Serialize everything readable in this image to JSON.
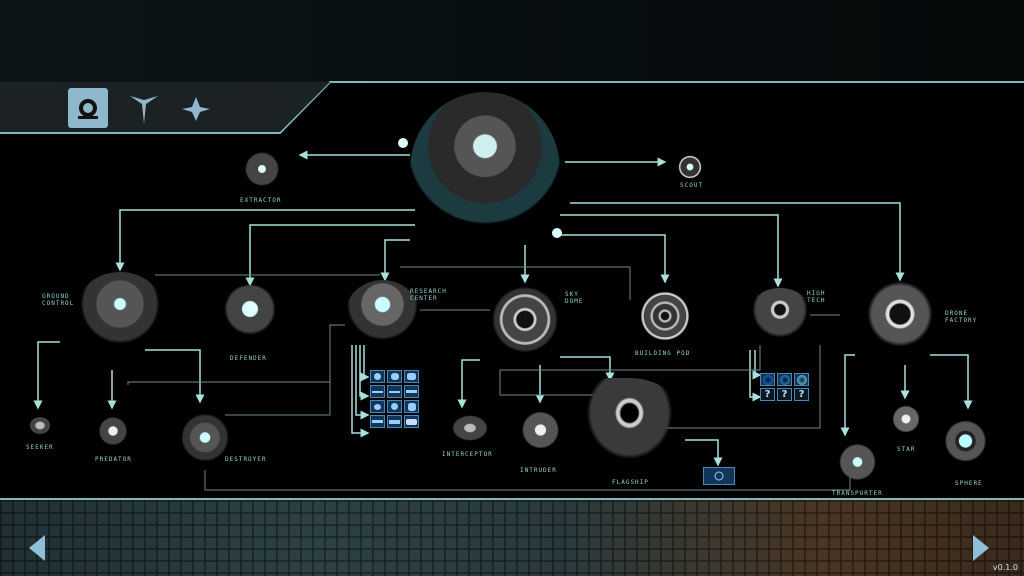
{
  "tabs": [
    {
      "name": "structures",
      "icon": "base-icon",
      "active": true
    },
    {
      "name": "ships",
      "icon": "ship-icon",
      "active": false
    },
    {
      "name": "fighters",
      "icon": "fighter-icon",
      "active": false
    }
  ],
  "tree": {
    "hub": {
      "name": "main-base"
    },
    "nodes": {
      "extractor": "EXTRACTOR",
      "scout": "SCOUT",
      "ground_control": "GROUND CONTROL",
      "defender": "DEFENDER",
      "research_center": "RESEARCH CENTER",
      "sky_dome": "SKY DOME",
      "building_pod": "BUILDING POD",
      "high_tech": "HIGH TECH",
      "drone_factory": "DRONE FACTORY",
      "seeker": "SEEKER",
      "predator": "PREDATOR",
      "destroyer": "DESTROYER",
      "interceptor": "INTERCEPTOR",
      "intruder": "INTRUDER",
      "flagship": "FLAGSHIP",
      "transporter": "TRANSPORTER",
      "star": "STAR",
      "sphere": "SPHERE"
    },
    "high_tech_locked": [
      "?",
      "?",
      "?"
    ]
  },
  "colors": {
    "line": "#a8e0dc",
    "label": "#8fd3c8",
    "upgrade": "#12365a"
  },
  "version": "v0.1.0"
}
